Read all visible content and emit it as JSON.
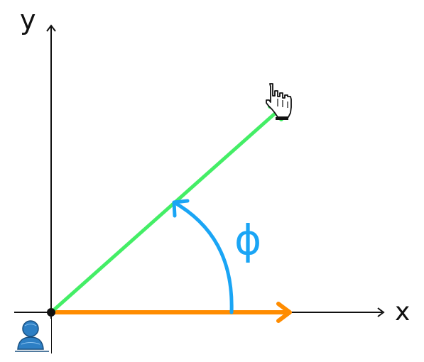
{
  "labels": {
    "x_axis": "x",
    "y_axis": "y",
    "angle": "ϕ"
  },
  "icons": {
    "origin": "user-icon",
    "pointer": "hand-pointer-icon"
  },
  "colors": {
    "axis": "#111111",
    "reference_vector": "#ff8c00",
    "direction_vector": "#44ee66",
    "angle_arc": "#1aa5f5",
    "user_icon": "#2d7fc4"
  }
}
